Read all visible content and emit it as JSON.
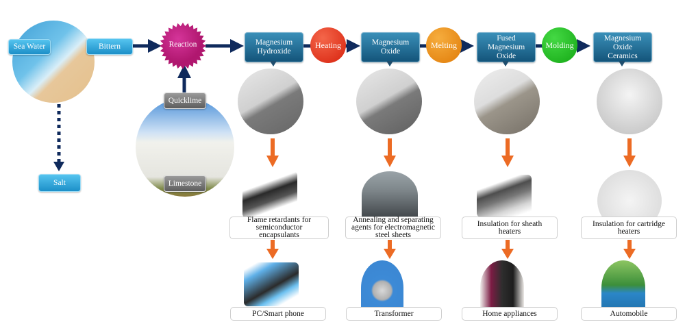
{
  "source": {
    "sea_water": "Sea Water",
    "bittern": "Bittern",
    "salt": "Salt",
    "reaction": "Reaction",
    "quicklime": "Quicklime",
    "limestone": "Limestone"
  },
  "process": {
    "products": [
      {
        "label": "Magnesium Hydroxide",
        "lines": [
          "Magnesium",
          "Hydroxide"
        ]
      },
      {
        "label": "Magnesium Oxide",
        "lines": [
          "Magnesium",
          "Oxide"
        ]
      },
      {
        "label": "Fused Magnesium Oxide",
        "lines": [
          "Fused",
          "Magnesium",
          "Oxide"
        ]
      },
      {
        "label": "Magnesium Oxide Ceramics",
        "lines": [
          "Magnesium",
          "Oxide",
          "Ceramics"
        ]
      }
    ],
    "steps": [
      {
        "label": "Heating",
        "color": "#e8321a"
      },
      {
        "label": "Melting",
        "color": "#ee8a0e"
      },
      {
        "label": "Molding",
        "color": "#1fb81f"
      }
    ]
  },
  "applications": [
    {
      "use_lines": [
        "Flame retardants for",
        "semiconductor",
        "encapsulants"
      ],
      "end_use": "PC/Smart phone"
    },
    {
      "use_lines": [
        "Annealing and separating",
        "agents for electromagnetic",
        "steel sheets"
      ],
      "end_use": "Transformer"
    },
    {
      "use_lines": [
        "Insulation for sheath",
        "heaters"
      ],
      "end_use": "Home appliances"
    },
    {
      "use_lines": [
        "Insulation for cartridge",
        "heaters"
      ],
      "end_use": "Automobile"
    }
  ],
  "colors": {
    "flow_arrow": "#0f2a5c",
    "app_arrow": "#ec6b24",
    "reaction": "#b0176f"
  }
}
